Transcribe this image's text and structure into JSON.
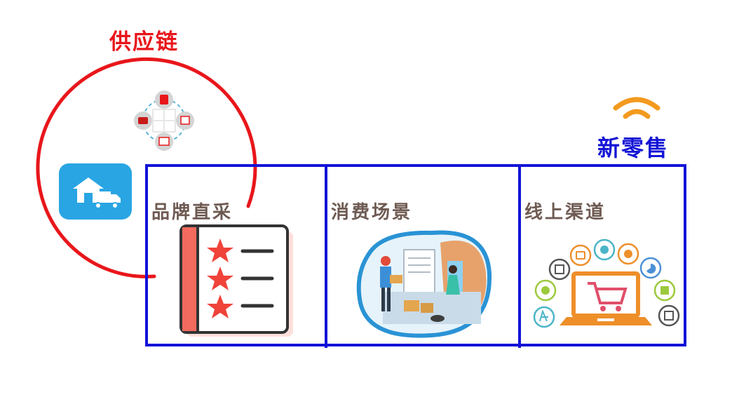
{
  "supply_chain": {
    "label": "供应链"
  },
  "new_retail": {
    "label": "新零售"
  },
  "panels": [
    {
      "title": "品牌直采",
      "icon": "starred-checklist-icon"
    },
    {
      "title": "消费场景",
      "icon": "consumer-delivery-scene-icon"
    },
    {
      "title": "线上渠道",
      "icon": "online-shopping-laptop-icon"
    }
  ],
  "supply_chain_icons": [
    "warehouse-truck-icon",
    "buy-cycle-icon"
  ],
  "colors": {
    "supply_chain": "#e8161b",
    "new_retail": "#1414d6",
    "wifi": "#f39a1e",
    "title_text": "#6e5a52"
  }
}
